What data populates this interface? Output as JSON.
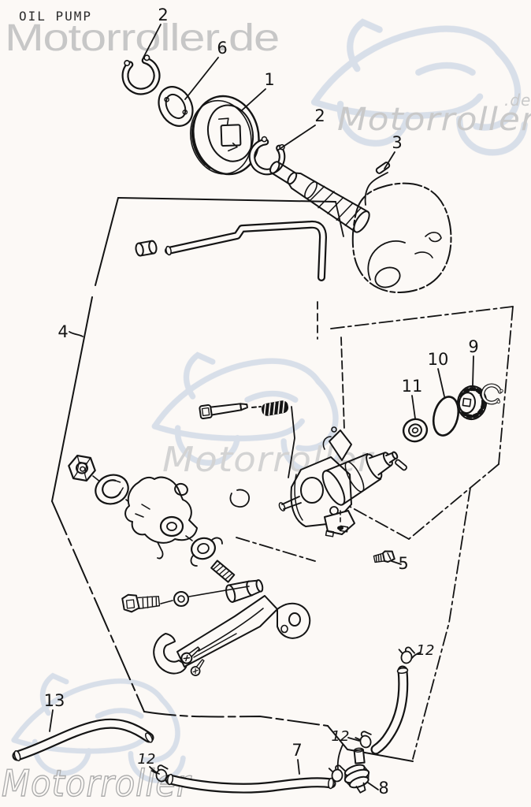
{
  "title": "OIL PUMP",
  "watermarks": {
    "top": "Motorroller.de",
    "right": {
      "text": "Motorroller",
      "suffix": ".de"
    },
    "middle": "Motorroller",
    "bottom": "Motorroller"
  },
  "colors": {
    "background": "#fcf9f6",
    "line": "#141414",
    "watermark_text_top": "#c7c7c7",
    "watermark_text_right": "#c9c9c9",
    "watermark_text_middle": "#d3d3d3",
    "watermark_text_bottom": "#ababab",
    "watermark_art": "#cdd6e4"
  },
  "diagram": {
    "callouts": [
      {
        "id": "2a",
        "text": "2"
      },
      {
        "id": "6",
        "text": "6"
      },
      {
        "id": "1",
        "text": "1"
      },
      {
        "id": "2b",
        "text": "2"
      },
      {
        "id": "3",
        "text": "3"
      },
      {
        "id": "4",
        "text": "4"
      },
      {
        "id": "10",
        "text": "10"
      },
      {
        "id": "9",
        "text": "9"
      },
      {
        "id": "11",
        "text": "11"
      },
      {
        "id": "5",
        "text": "5"
      },
      {
        "id": "12a",
        "text": "12"
      },
      {
        "id": "13",
        "text": "13"
      },
      {
        "id": "12b",
        "text": "12"
      },
      {
        "id": "7",
        "text": "7"
      },
      {
        "id": "12c",
        "text": "12"
      },
      {
        "id": "8",
        "text": "8"
      }
    ]
  }
}
